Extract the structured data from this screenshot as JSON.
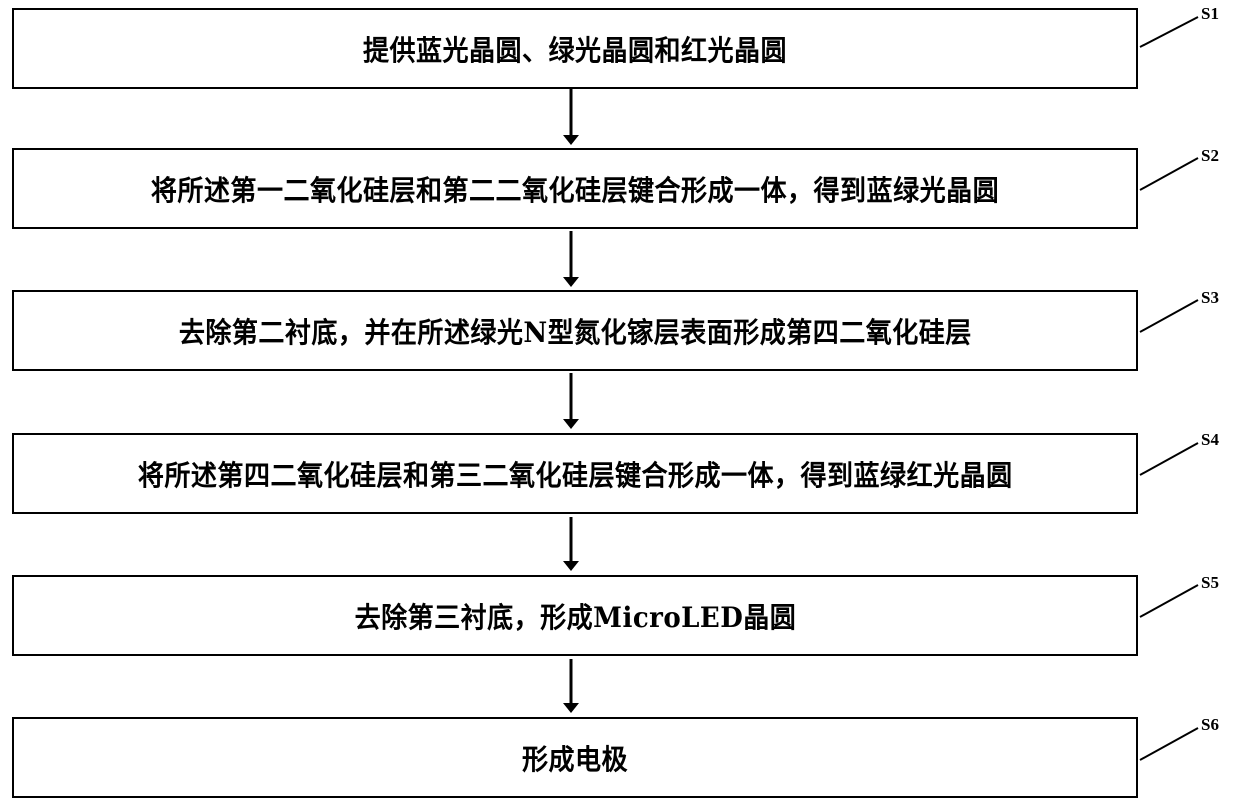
{
  "steps": [
    {
      "id": "S1",
      "text": "提供蓝光晶圆、绿光晶圆和红光晶圆"
    },
    {
      "id": "S2",
      "text": "将所述第一二氧化硅层和第二二氧化硅层键合形成一体，得到蓝绿光晶圆"
    },
    {
      "id": "S3",
      "text": "去除第二衬底，并在所述绿光N型氮化镓层表面形成第四二氧化硅层"
    },
    {
      "id": "S4",
      "text": "将所述第四二氧化硅层和第三二氧化硅层键合形成一体，得到蓝绿红光晶圆"
    },
    {
      "id": "S5",
      "text": "去除第三衬底，形成MicroLED晶圆"
    },
    {
      "id": "S6",
      "text": "形成电极"
    }
  ],
  "colors": {
    "line": "#000000",
    "background": "#ffffff"
  }
}
